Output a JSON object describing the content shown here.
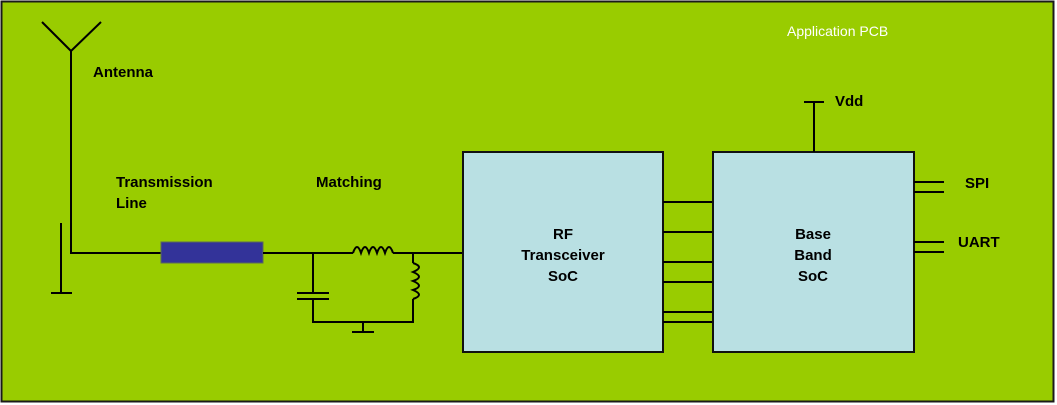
{
  "diagram": {
    "title": "Application PCB",
    "colors": {
      "board": "#99cc00",
      "block": "#b9e0e3",
      "transmission_line": "#333399",
      "wire": "#000000",
      "title_text": "#ffffff"
    },
    "labels": {
      "antenna": "Antenna",
      "transmission_line": [
        "Transmission",
        "Line"
      ],
      "matching": "Matching",
      "vdd": "Vdd",
      "spi": "SPI",
      "uart": "UART"
    },
    "blocks": {
      "rf": [
        "RF",
        "Transceiver",
        "SoC"
      ],
      "baseband": [
        "Base",
        "Band",
        "SoC"
      ]
    },
    "interconnect_lines": 6
  }
}
